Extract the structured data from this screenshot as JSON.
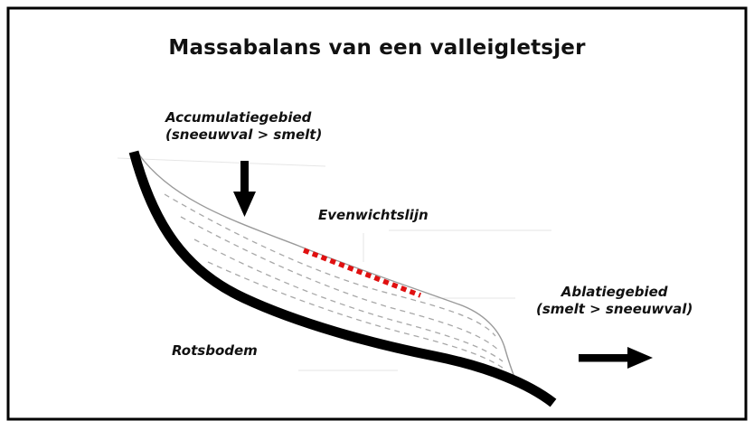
{
  "title": "Massabalans van een valleigletsjer",
  "labels": {
    "accumulation_line1": "Accumulatiegebied",
    "accumulation_line2": "(sneeuwval > smelt)",
    "equilibrium_line": "Evenwichtslijn",
    "ablation_line1": "Ablatiegebied",
    "ablation_line2": "(smelt > sneeuwval)",
    "bedrock": "Rotsbodem"
  },
  "colors": {
    "frame": "#000000",
    "bedrock": "#000000",
    "equilibrium_line": "#e01010",
    "glacier_outline": "#9a9a9a",
    "flow_lines": "#a8a8a8"
  },
  "icons": {
    "accumulation_arrow": "arrow-down-icon",
    "ablation_arrow": "arrow-right-icon"
  }
}
